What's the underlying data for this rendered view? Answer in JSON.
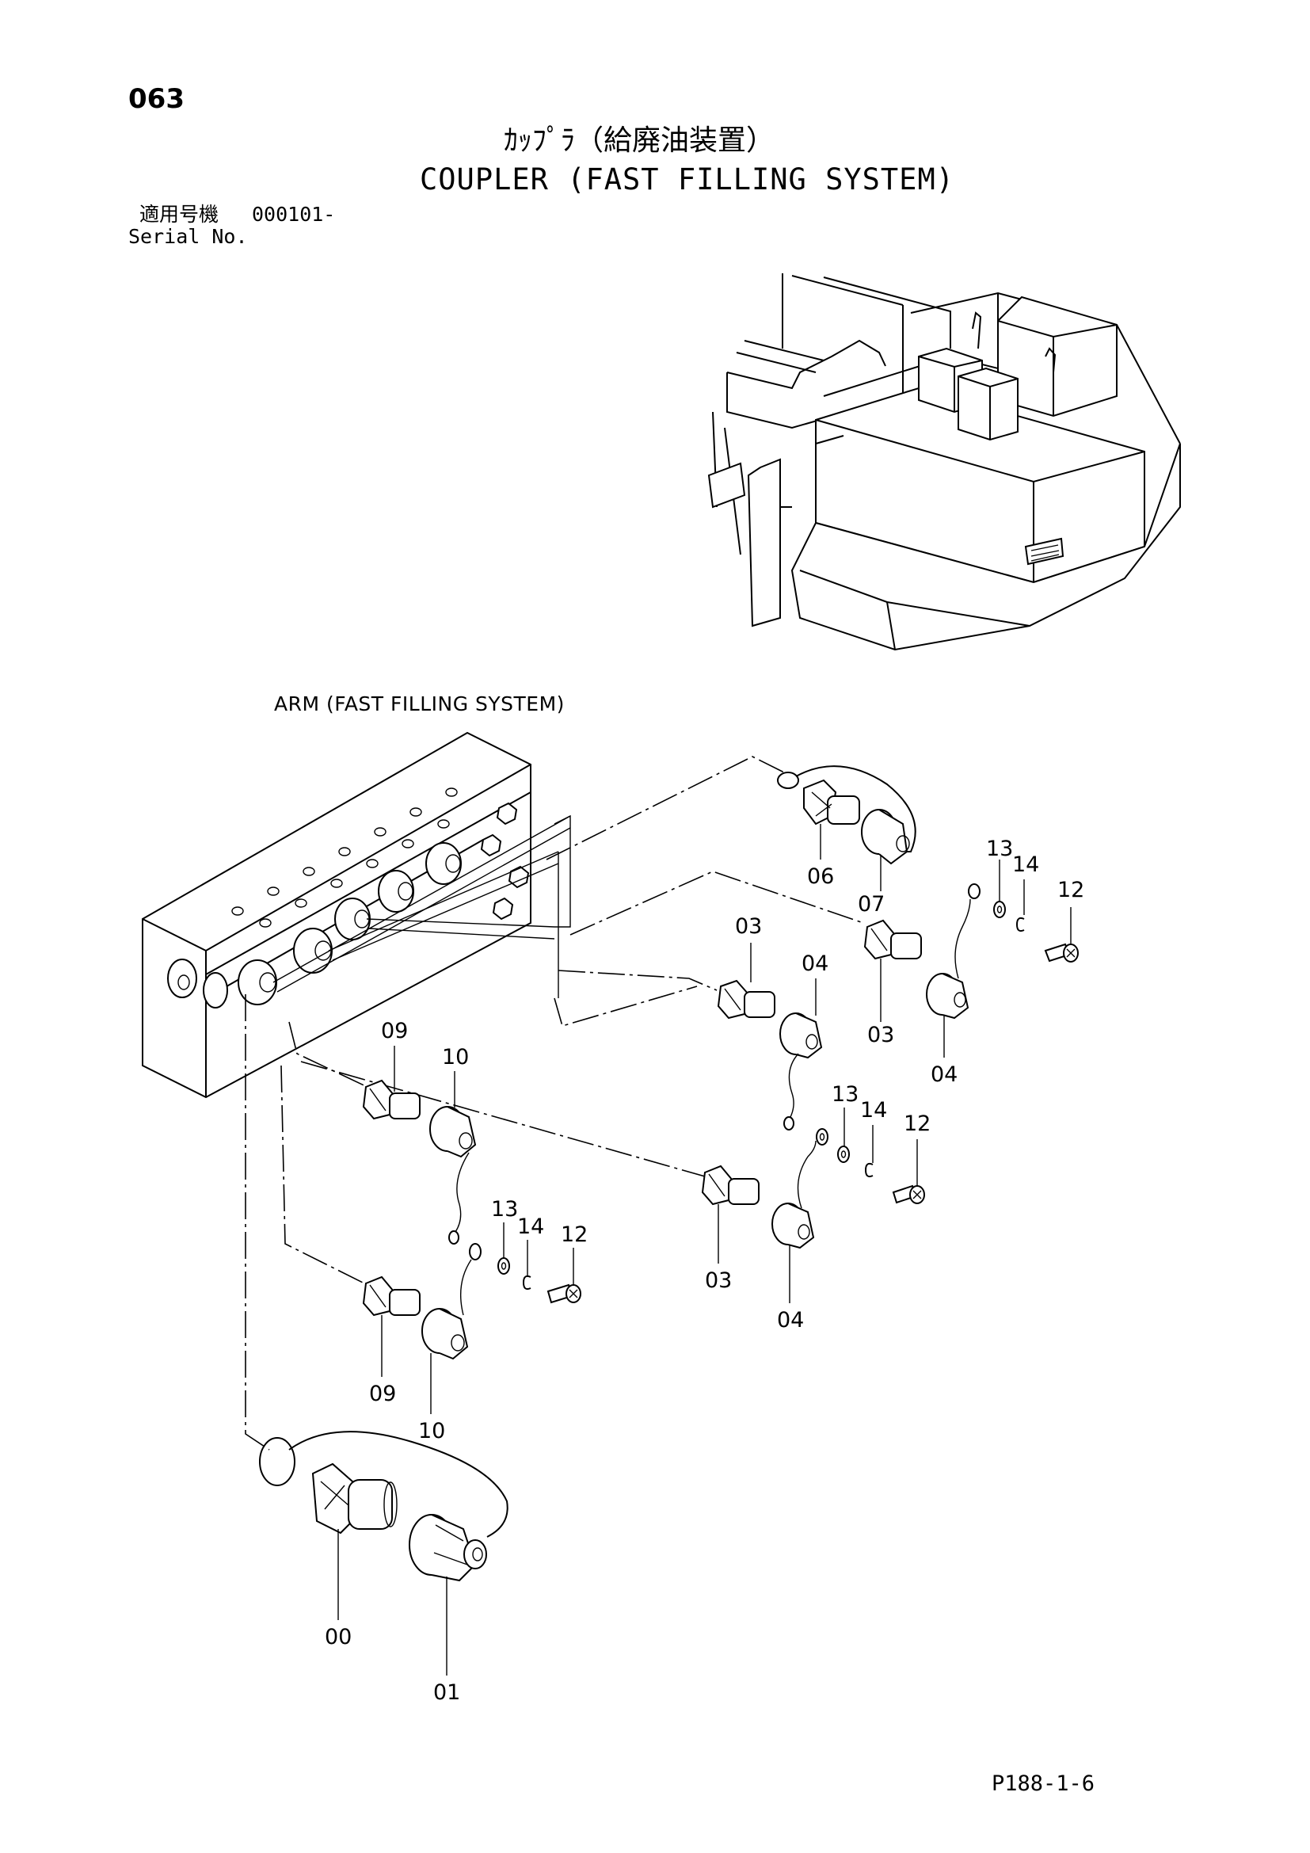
{
  "page_number": "063",
  "title_jp": "ｶｯﾌﾟﾗ（給廃油装置）",
  "title_en": "COUPLER (FAST FILLING SYSTEM)",
  "serial": {
    "label_jp": "適用号機",
    "value": "000101-",
    "label_en": "Serial No."
  },
  "view_caption": "ARM (FAST FILLING SYSTEM)",
  "part_labels": [
    "06",
    "07",
    "13",
    "14",
    "12",
    "03",
    "04",
    "03",
    "04",
    "09",
    "10",
    "13",
    "14",
    "12",
    "13",
    "14",
    "12",
    "03",
    "04",
    "09",
    "10",
    "00",
    "01"
  ],
  "footer_code": "P188-1-6"
}
